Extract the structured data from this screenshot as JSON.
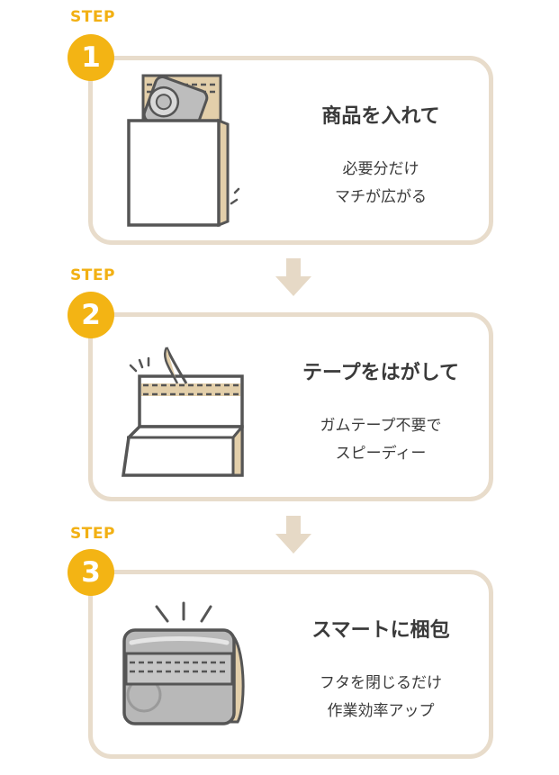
{
  "steps": [
    {
      "label": "STEP",
      "number": "1",
      "title": "商品を入れて",
      "desc_line1": "必要分だけ",
      "desc_line2": "マチが広がる",
      "illustration_icon": "open-bag-with-item-icon"
    },
    {
      "label": "STEP",
      "number": "2",
      "title": "テープをはがして",
      "desc_line1": "ガムテープ不要で",
      "desc_line2": "スピーディー",
      "illustration_icon": "peel-tape-icon"
    },
    {
      "label": "STEP",
      "number": "3",
      "title": "スマートに梱包",
      "desc_line1": "フタを閉じるだけ",
      "desc_line2": "作業効率アップ",
      "illustration_icon": "sealed-package-icon"
    }
  ],
  "colors": {
    "accent": "#f3b414",
    "card_border": "#e8dccb",
    "arrow": "#e6d9c6",
    "line": "#555555",
    "kraft": "#e3cfaa"
  }
}
